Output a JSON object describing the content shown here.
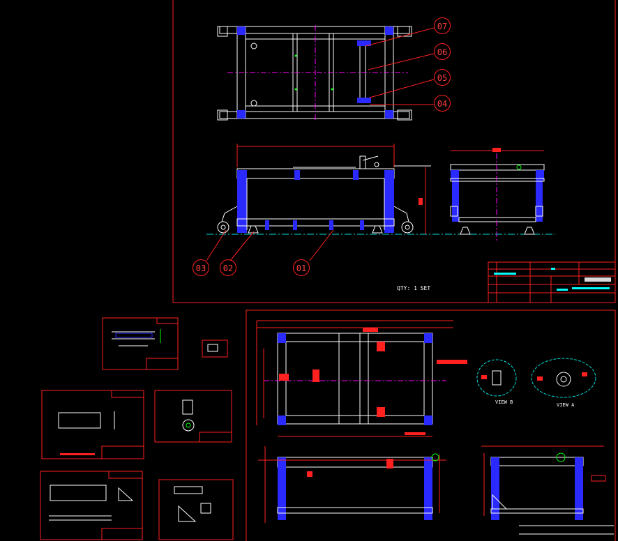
{
  "drawing": {
    "balloons_top": [
      "07",
      "06",
      "05",
      "04"
    ],
    "balloons_bottom": [
      "03",
      "02",
      "01"
    ],
    "qty_note": "QTY: 1 SET",
    "view_b": "VIEW B",
    "view_a": "VIEW A"
  },
  "colors": {
    "background": "#000000",
    "frame": "#ff2020",
    "structure": "#ffffff",
    "tube": "#2a2aff",
    "centerline": "#ff00ff",
    "ground": "#00e0e0",
    "dimension": "#ff2020",
    "highlight": "#00ffff"
  },
  "icons": [
    "balloon-callout",
    "caster-wheel",
    "leveling-foot",
    "toggle-clamp"
  ]
}
